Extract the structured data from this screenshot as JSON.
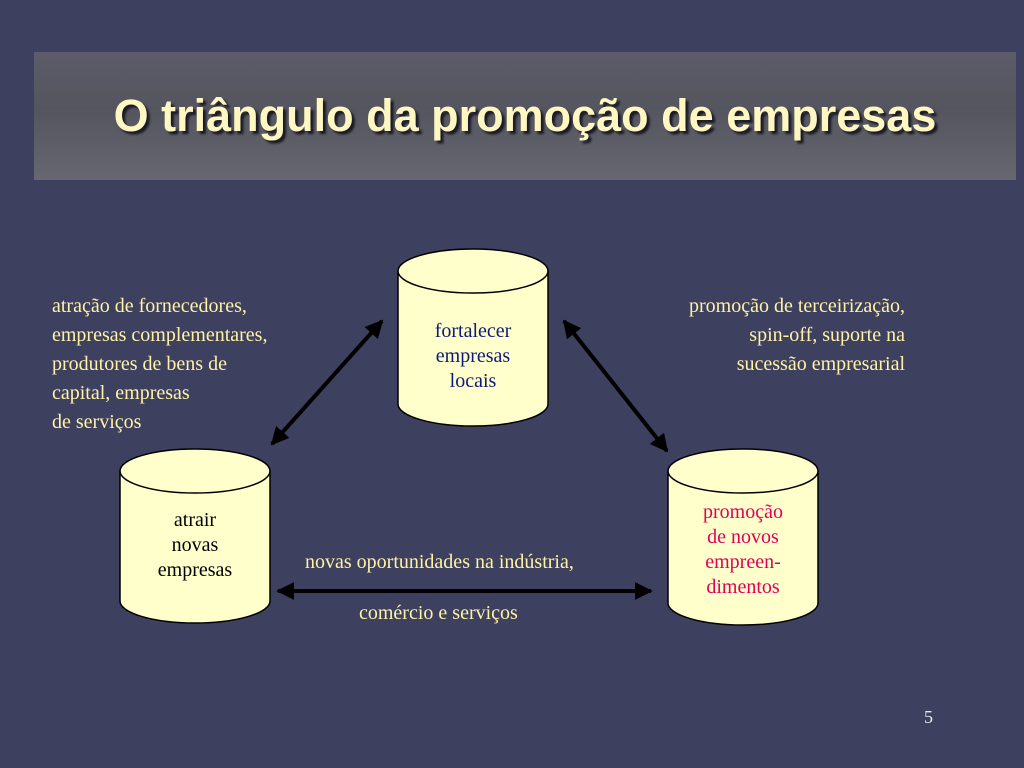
{
  "slide": {
    "title": "O triângulo da promoção de empresas",
    "number": "5"
  },
  "nodes": {
    "top": {
      "lines": [
        "fortalecer",
        "empresas",
        "locais"
      ]
    },
    "left": {
      "lines": [
        "atrair",
        "novas",
        "empresas"
      ]
    },
    "right": {
      "lines": [
        "promoção",
        "de novos",
        "empreen-",
        "dimentos"
      ]
    }
  },
  "edges": {
    "left_top": {
      "lines": [
        "atração de fornecedores,",
        "empresas complementares,",
        "produtores de bens de",
        "capital, empresas",
        "de serviços"
      ]
    },
    "top_right": {
      "lines": [
        "promoção de terceirização,",
        "spin-off, suporte na",
        "sucessão empresarial"
      ]
    },
    "bottom": {
      "line1": "novas oportunidades na indústria,",
      "line2": "comércio e serviços"
    }
  },
  "colors": {
    "background": "#3d405e",
    "title_text": "#fff7c2",
    "cylinder_fill": "#ffffcc",
    "note_text": "#fff2a6",
    "label_navy": "#0f1a78",
    "label_magenta": "#e0005a"
  }
}
